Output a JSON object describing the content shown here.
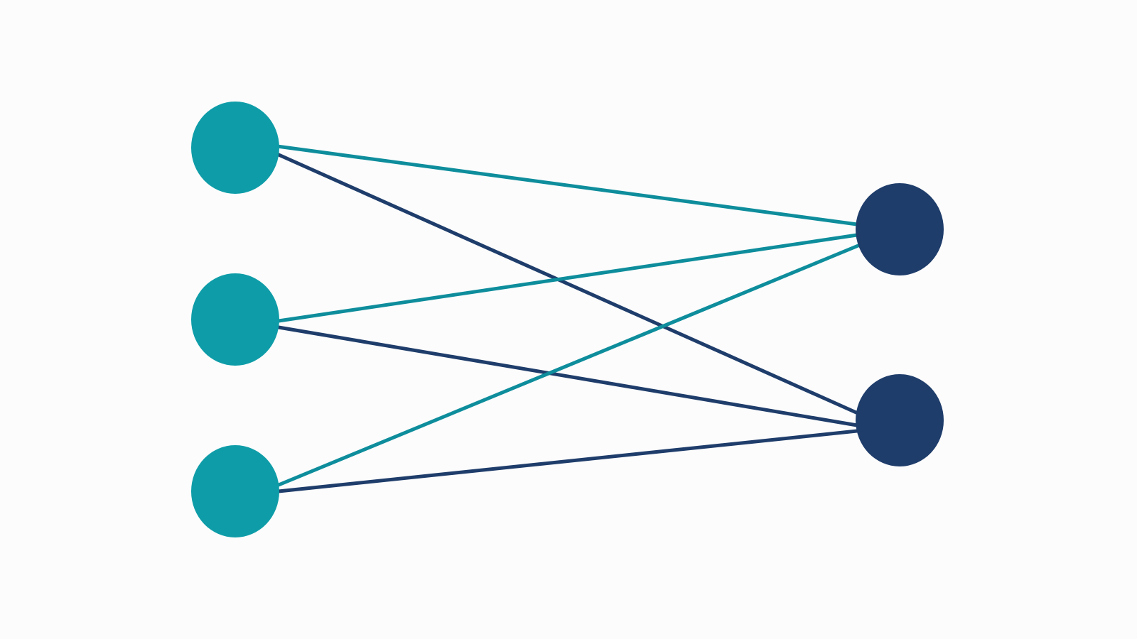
{
  "diagram": {
    "type": "bipartite-network",
    "colors": {
      "background": "#fcfcfc",
      "input_node": "#0e9da8",
      "output_node": "#1f3d6b",
      "edge_teal": "#0e8d9c",
      "edge_navy": "#1f3d6b"
    },
    "layers": [
      {
        "id": "input",
        "nodes": [
          "in-1",
          "in-2",
          "in-3"
        ]
      },
      {
        "id": "output",
        "nodes": [
          "out-1",
          "out-2"
        ]
      }
    ],
    "edges": [
      {
        "from": "in-1",
        "to": "out-1",
        "color": "edge_teal"
      },
      {
        "from": "in-1",
        "to": "out-2",
        "color": "edge_navy"
      },
      {
        "from": "in-2",
        "to": "out-1",
        "color": "edge_teal"
      },
      {
        "from": "in-2",
        "to": "out-2",
        "color": "edge_navy"
      },
      {
        "from": "in-3",
        "to": "out-1",
        "color": "edge_teal"
      },
      {
        "from": "in-3",
        "to": "out-2",
        "color": "edge_navy"
      }
    ]
  }
}
